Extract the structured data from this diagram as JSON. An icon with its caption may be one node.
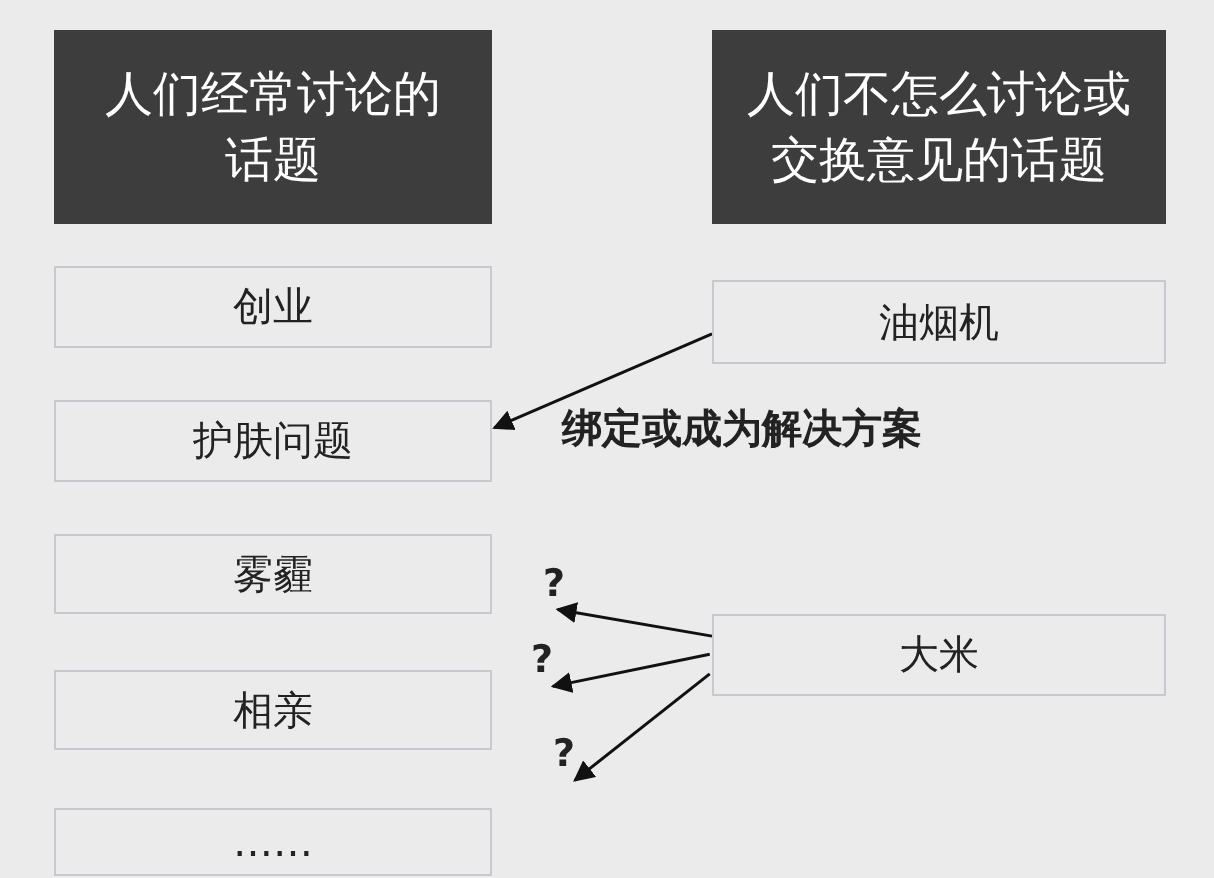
{
  "diagram": {
    "nodes": [
      {
        "text": [
          "人们经常讨论的话题"
        ]
      },
      {
        "text": [
          "人们不怎么讨论或交换意见的话题"
        ]
      },
      {
        "text": [
          "创业"
        ]
      },
      {
        "text": [
          "护肤问题"
        ]
      },
      {
        "text": [
          "雾霾"
        ]
      },
      {
        "text": [
          "相亲"
        ]
      },
      {
        "text": [
          "……"
        ]
      },
      {
        "text": [
          "油烟机"
        ]
      },
      {
        "text": [
          "大米"
        ]
      },
      {
        "text": [
          "?"
        ]
      },
      {
        "text": [
          "?"
        ]
      },
      {
        "text": [
          "?"
        ]
      }
    ],
    "edges": [
      {
        "from": 7,
        "to": 3,
        "arrow": "to"
      },
      {
        "from": 8,
        "to": 9,
        "arrow": "to"
      },
      {
        "from": 8,
        "to": 10,
        "arrow": "to"
      },
      {
        "from": 8,
        "to": 11,
        "arrow": "to"
      }
    ],
    "labels": [
      "绑定或成为解决方案"
    ]
  }
}
